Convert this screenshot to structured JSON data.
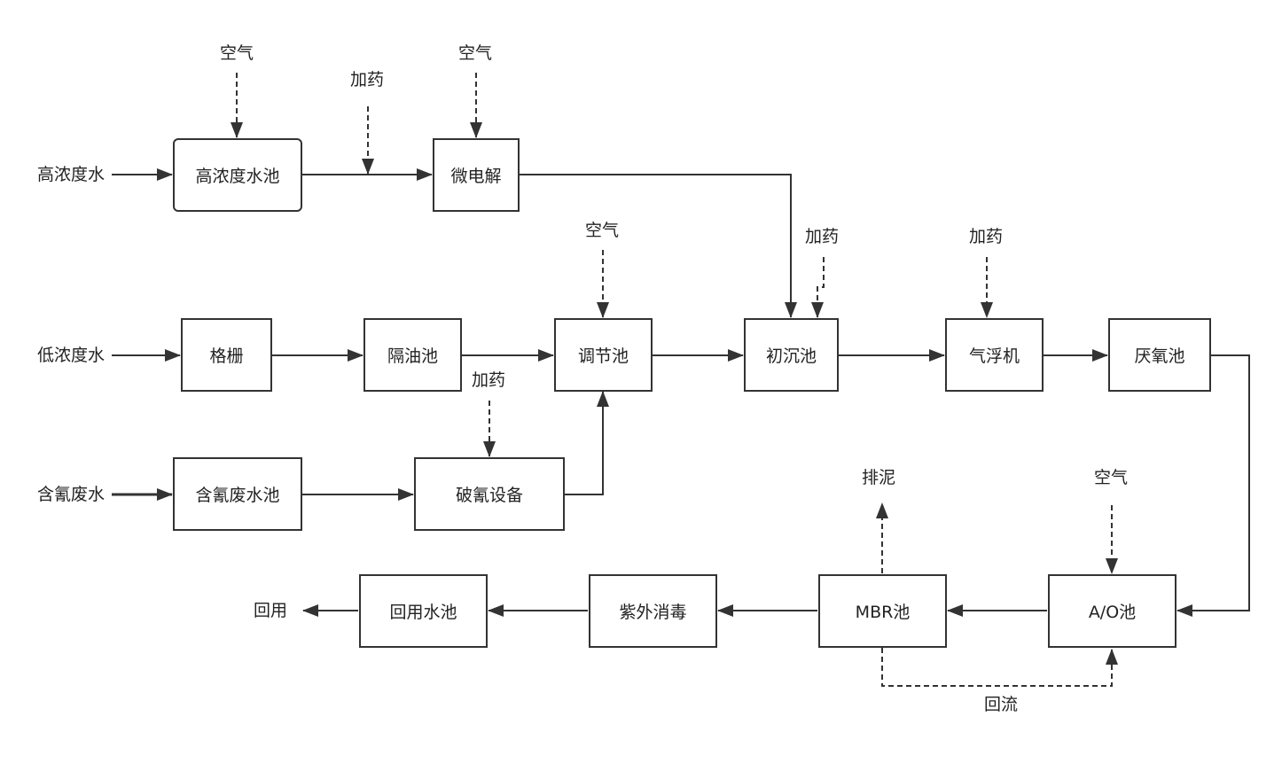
{
  "nodes": {
    "high_pool": "高浓度水池",
    "micro_electrolysis": "微电解",
    "grille": "格栅",
    "oil_separator": "隔油池",
    "regulating": "调节池",
    "primary_settling": "初沉池",
    "air_flotation": "气浮机",
    "anaerobic": "厌氧池",
    "cyanide_pool": "含氰废水池",
    "cyanide_breaker": "破氰设备",
    "ao": "A/O池",
    "mbr": "MBR池",
    "uv": "紫外消毒",
    "reuse_pool": "回用水池"
  },
  "labels": {
    "high_water": "高浓度水",
    "low_water": "低浓度水",
    "cyanide_water": "含氰废水",
    "air": "空气",
    "dosing": "加药",
    "sludge": "排泥",
    "reflux": "回流",
    "reuse": "回用"
  },
  "colors": {
    "line": "#333333",
    "text": "#222222"
  }
}
